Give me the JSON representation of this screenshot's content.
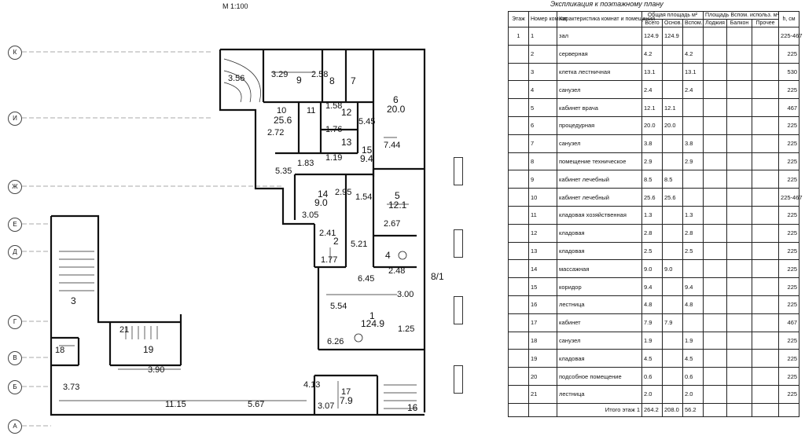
{
  "scale": "М 1:100",
  "axes": [
    "К",
    "И",
    "Ж",
    "Е",
    "Д",
    "Г",
    "В",
    "Б",
    "А"
  ],
  "rooms": [
    {
      "n": "3.29",
      "t": "9"
    },
    {
      "n": "2.58",
      "t": "8"
    },
    {
      "n": "7",
      "t": "6"
    },
    {
      "n": "20.0",
      "t": "3.56"
    },
    {
      "n": "10",
      "t": "25.6"
    },
    {
      "n": "2.72",
      "t": "11"
    },
    {
      "n": "1.58",
      "t": "12"
    },
    {
      "n": "1.76",
      "t": "13"
    },
    {
      "n": "5.45",
      "t": "15"
    },
    {
      "n": "9.4",
      "t": "7.44"
    },
    {
      "n": "1.83",
      "t": "1.19"
    },
    {
      "n": "5.35",
      "t": "14"
    },
    {
      "n": "9.0",
      "t": "2.95"
    },
    {
      "n": "1.54",
      "t": "5"
    },
    {
      "n": "12.1",
      "t": "3.05"
    },
    {
      "n": "2.67",
      "t": "2.41"
    },
    {
      "n": "2",
      "t": "5.21"
    },
    {
      "n": "1.77",
      "t": "4"
    },
    {
      "n": "2.48",
      "t": "6.45"
    },
    {
      "n": "8/1",
      "t": "3"
    },
    {
      "n": "5.54",
      "t": "3.00"
    },
    {
      "n": "1",
      "t": "124.9"
    },
    {
      "n": "1.25",
      "t": "6.26"
    },
    {
      "n": "21",
      "t": "19"
    },
    {
      "n": "3.90",
      "t": "18"
    },
    {
      "n": "3.73",
      "t": "11.15"
    },
    {
      "n": "5.67",
      "t": "4.13"
    },
    {
      "n": "17",
      "t": "7.9"
    },
    {
      "n": "3.07",
      "t": "16"
    }
  ],
  "table": {
    "title": "Экспликация к поэтажному плану",
    "headers": {
      "floor": "Этаж",
      "room_no": "Номер комнат",
      "desc": "Характеристика комнат и помещений",
      "total_area": "Общая площадь м²",
      "total": "Всего",
      "main": "Основ.",
      "aux": "Вспом.",
      "other_area": "Площадь Вспом. использ. м²",
      "loggia": "Лоджия",
      "balcony": "Балкон",
      "other": "Прочее",
      "height": "h, см"
    },
    "rows": [
      {
        "floor": "1",
        "no": "1",
        "desc": "зал",
        "total": "124.9",
        "main": "124.9",
        "aux": "",
        "h": "225-467"
      },
      {
        "floor": "",
        "no": "2",
        "desc": "серверная",
        "total": "4.2",
        "main": "",
        "aux": "4.2",
        "h": "225"
      },
      {
        "floor": "",
        "no": "3",
        "desc": "клетка лестничная",
        "total": "13.1",
        "main": "",
        "aux": "13.1",
        "h": "530"
      },
      {
        "floor": "",
        "no": "4",
        "desc": "санузел",
        "total": "2.4",
        "main": "",
        "aux": "2.4",
        "h": "225"
      },
      {
        "floor": "",
        "no": "5",
        "desc": "кабинет врача",
        "total": "12.1",
        "main": "12.1",
        "aux": "",
        "h": "467"
      },
      {
        "floor": "",
        "no": "6",
        "desc": "процедурная",
        "total": "20.0",
        "main": "20.0",
        "aux": "",
        "h": "225"
      },
      {
        "floor": "",
        "no": "7",
        "desc": "санузел",
        "total": "3.8",
        "main": "",
        "aux": "3.8",
        "h": "225"
      },
      {
        "floor": "",
        "no": "8",
        "desc": "помещение техническое",
        "total": "2.9",
        "main": "",
        "aux": "2.9",
        "h": "225"
      },
      {
        "floor": "",
        "no": "9",
        "desc": "кабинет лечебный",
        "total": "8.5",
        "main": "8.5",
        "aux": "",
        "h": "225"
      },
      {
        "floor": "",
        "no": "10",
        "desc": "кабинет лечебный",
        "total": "25.6",
        "main": "25.6",
        "aux": "",
        "h": "225-467"
      },
      {
        "floor": "",
        "no": "11",
        "desc": "кладовая хозяйственная",
        "total": "1.3",
        "main": "",
        "aux": "1.3",
        "h": "225"
      },
      {
        "floor": "",
        "no": "12",
        "desc": "кладовая",
        "total": "2.8",
        "main": "",
        "aux": "2.8",
        "h": "225"
      },
      {
        "floor": "",
        "no": "13",
        "desc": "кладовая",
        "total": "2.5",
        "main": "",
        "aux": "2.5",
        "h": "225"
      },
      {
        "floor": "",
        "no": "14",
        "desc": "массажная",
        "total": "9.0",
        "main": "9.0",
        "aux": "",
        "h": "225"
      },
      {
        "floor": "",
        "no": "15",
        "desc": "коридор",
        "total": "9.4",
        "main": "",
        "aux": "9.4",
        "h": "225"
      },
      {
        "floor": "",
        "no": "16",
        "desc": "лестница",
        "total": "4.8",
        "main": "",
        "aux": "4.8",
        "h": "225"
      },
      {
        "floor": "",
        "no": "17",
        "desc": "кабинет",
        "total": "7.9",
        "main": "7.9",
        "aux": "",
        "h": "467"
      },
      {
        "floor": "",
        "no": "18",
        "desc": "санузел",
        "total": "1.9",
        "main": "",
        "aux": "1.9",
        "h": "225"
      },
      {
        "floor": "",
        "no": "19",
        "desc": "кладовая",
        "total": "4.5",
        "main": "",
        "aux": "4.5",
        "h": "225"
      },
      {
        "floor": "",
        "no": "20",
        "desc": "подсобное помещение",
        "total": "0.6",
        "main": "",
        "aux": "0.6",
        "h": "225"
      },
      {
        "floor": "",
        "no": "21",
        "desc": "лестница",
        "total": "2.0",
        "main": "",
        "aux": "2.0",
        "h": "225"
      }
    ],
    "footer": {
      "label": "Итого этаж 1",
      "total": "264.2",
      "main": "208.0",
      "aux": "56.2"
    }
  }
}
